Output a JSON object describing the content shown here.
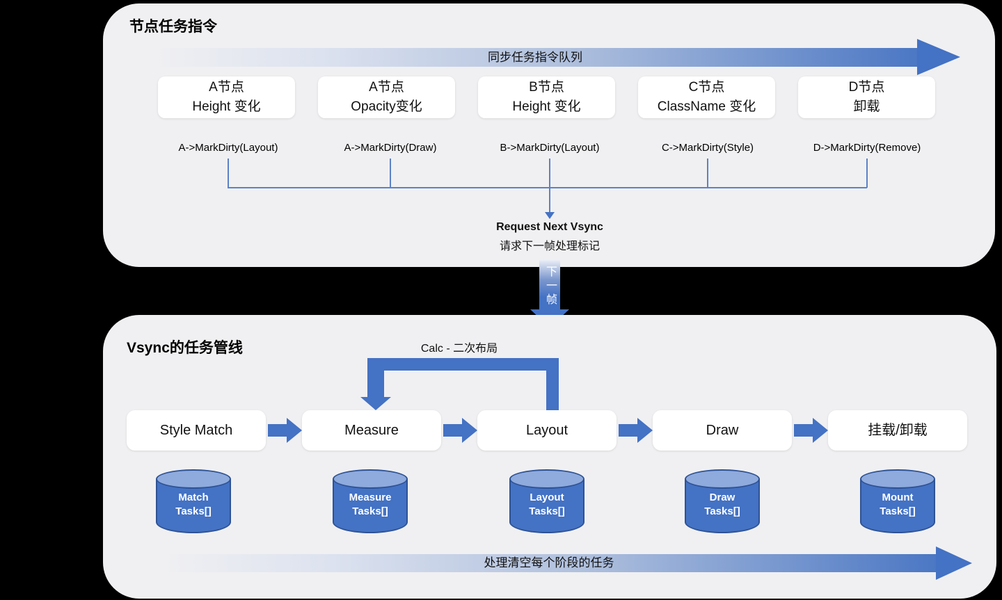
{
  "colors": {
    "accent": "#4472C4",
    "accent_dark": "#2E5395",
    "cylinder_top": "#8FAADC",
    "panel_bg": "#F0F0F2",
    "connector_line": "#5B82C8"
  },
  "top_panel": {
    "title": "节点任务指令",
    "queue_arrow_label": "同步任务指令队列",
    "nodes": [
      {
        "line1": "A节点",
        "line2": "Height 变化",
        "mark": "A->MarkDirty(Layout)"
      },
      {
        "line1": "A节点",
        "line2": "Opacity变化",
        "mark": "A->MarkDirty(Draw)"
      },
      {
        "line1": "B节点",
        "line2": "Height 变化",
        "mark": "B->MarkDirty(Layout)"
      },
      {
        "line1": "C节点",
        "line2": "ClassName 变化",
        "mark": "C->MarkDirty(Style)"
      },
      {
        "line1": "D节点",
        "line2": "卸载",
        "mark": "D->MarkDirty(Remove)"
      }
    ],
    "request_label_en": "Request Next Vsync",
    "request_label_zh": "请求下一帧处理标记"
  },
  "frame_arrow": {
    "label": "下一帧"
  },
  "bottom_panel": {
    "title": "Vsync的任务管线",
    "loop_label": "Calc - 二次布局",
    "stages": [
      {
        "label": "Style Match",
        "tasks_line1": "Match",
        "tasks_line2": "Tasks[]"
      },
      {
        "label": "Measure",
        "tasks_line1": "Measure",
        "tasks_line2": "Tasks[]"
      },
      {
        "label": "Layout",
        "tasks_line1": "Layout",
        "tasks_line2": "Tasks[]"
      },
      {
        "label": "Draw",
        "tasks_line1": "Draw",
        "tasks_line2": "Tasks[]"
      },
      {
        "label": "挂载/卸载",
        "tasks_line1": "Mount",
        "tasks_line2": "Tasks[]"
      }
    ],
    "bottom_arrow_label": "处理清空每个阶段的任务"
  }
}
